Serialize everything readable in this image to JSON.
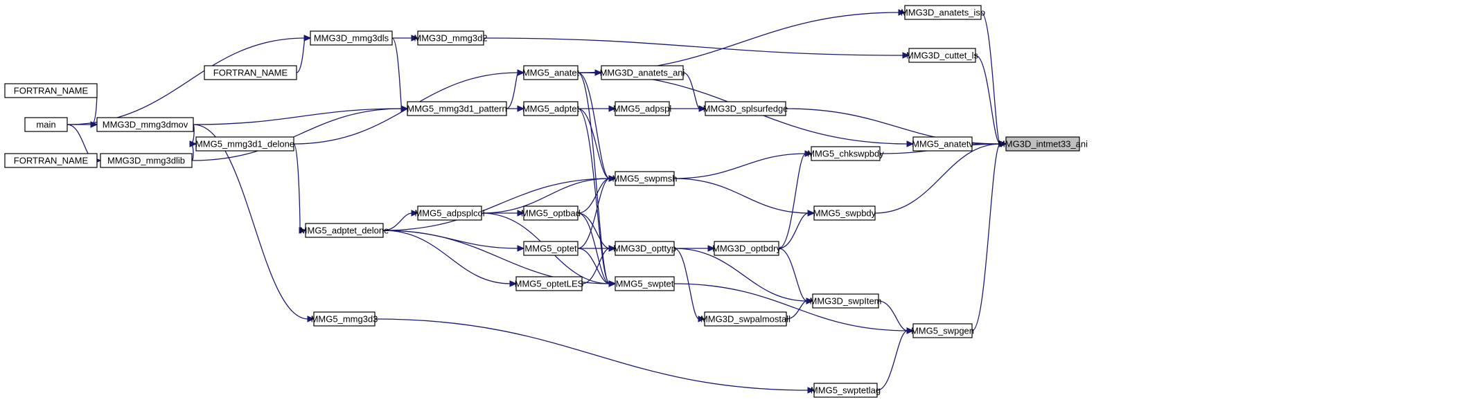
{
  "graph": {
    "colors": {
      "edge": "#191970",
      "node_border": "#000000",
      "target_fill": "#bfbfbf",
      "node_fill": "#ffffff"
    },
    "nodes": [
      {
        "id": "fortran1",
        "label": "FORTRAN_NAME"
      },
      {
        "id": "main",
        "label": "main"
      },
      {
        "id": "fortran3",
        "label": "FORTRAN_NAME"
      },
      {
        "id": "mmg3dmov",
        "label": "MMG3D_mmg3dmov"
      },
      {
        "id": "mmg3dlib",
        "label": "MMG3D_mmg3dlib"
      },
      {
        "id": "fortran2",
        "label": "FORTRAN_NAME"
      },
      {
        "id": "mmg3dls",
        "label": "MMG3D_mmg3dls"
      },
      {
        "id": "delone",
        "label": "MMG5_mmg3d1_delone"
      },
      {
        "id": "pattern",
        "label": "MMG5_mmg3d1_pattern"
      },
      {
        "id": "mmg3d2",
        "label": "MMG3D_mmg3d2"
      },
      {
        "id": "adptet_delone",
        "label": "MMG5_adptet_delone"
      },
      {
        "id": "mmg3d3",
        "label": "MMG5_mmg3d3"
      },
      {
        "id": "adpsplcol",
        "label": "MMG5_adpsplcol"
      },
      {
        "id": "anatet",
        "label": "MMG5_anatet"
      },
      {
        "id": "adptet",
        "label": "MMG5_adptet"
      },
      {
        "id": "optbad",
        "label": "MMG5_optbad"
      },
      {
        "id": "optet",
        "label": "MMG5_optet"
      },
      {
        "id": "optetLES",
        "label": "MMG5_optetLES"
      },
      {
        "id": "anatets_ani",
        "label": "MMG3D_anatets_ani"
      },
      {
        "id": "adpspl",
        "label": "MMG5_adpspl"
      },
      {
        "id": "swpmsh",
        "label": "MMG5_swpmsh"
      },
      {
        "id": "opttyp",
        "label": "MMG3D_opttyp"
      },
      {
        "id": "swptet",
        "label": "MMG5_swptet"
      },
      {
        "id": "splsurfedge",
        "label": "MMG3D_splsurfedge"
      },
      {
        "id": "swpalmostall",
        "label": "MMG3D_swpalmostall"
      },
      {
        "id": "optbdry",
        "label": "MMG3D_optbdry"
      },
      {
        "id": "chkswpbdy",
        "label": "MMG5_chkswpbdy"
      },
      {
        "id": "swpbdy",
        "label": "MMG5_swpbdy"
      },
      {
        "id": "swpItem",
        "label": "MMG3D_swpItem"
      },
      {
        "id": "swptetlag",
        "label": "MMG5_swptetlag"
      },
      {
        "id": "anatets_iso",
        "label": "MMG3D_anatets_iso"
      },
      {
        "id": "cuttet_ls",
        "label": "MMG3D_cuttet_ls"
      },
      {
        "id": "anatetv",
        "label": "MMG5_anatetv"
      },
      {
        "id": "swpgen",
        "label": "MMG5_swpgen"
      },
      {
        "id": "target",
        "label": "MMG3D_intmet33_ani",
        "highlighted": true
      }
    ],
    "edges": [
      [
        "fortran1",
        "mmg3dmov"
      ],
      [
        "main",
        "mmg3dmov"
      ],
      [
        "main",
        "mmg3dls"
      ],
      [
        "main",
        "mmg3dlib"
      ],
      [
        "fortran3",
        "mmg3dlib"
      ],
      [
        "fortran2",
        "mmg3dls"
      ],
      [
        "mmg3dmov",
        "pattern"
      ],
      [
        "mmg3dmov",
        "delone"
      ],
      [
        "mmg3dmov",
        "mmg3d3"
      ],
      [
        "mmg3dlib",
        "delone"
      ],
      [
        "mmg3dlib",
        "pattern"
      ],
      [
        "mmg3dls",
        "mmg3d2"
      ],
      [
        "mmg3dls",
        "pattern"
      ],
      [
        "delone",
        "anatet"
      ],
      [
        "delone",
        "adptet_delone"
      ],
      [
        "pattern",
        "anatet"
      ],
      [
        "pattern",
        "adptet"
      ],
      [
        "mmg3d2",
        "cuttet_ls"
      ],
      [
        "adptet_delone",
        "adpsplcol"
      ],
      [
        "adptet_delone",
        "swpmsh"
      ],
      [
        "adptet_delone",
        "optet"
      ],
      [
        "adptet_delone",
        "optetLES"
      ],
      [
        "adptet_delone",
        "swptet"
      ],
      [
        "mmg3d3",
        "swptetlag"
      ],
      [
        "adpsplcol",
        "optbad"
      ],
      [
        "adpsplcol",
        "swpmsh"
      ],
      [
        "adpsplcol",
        "swptet"
      ],
      [
        "anatet",
        "anatets_iso"
      ],
      [
        "anatet",
        "anatets_ani"
      ],
      [
        "anatet",
        "anatetv"
      ],
      [
        "anatet",
        "swpmsh"
      ],
      [
        "anatet",
        "swptet"
      ],
      [
        "adptet",
        "adpspl"
      ],
      [
        "adptet",
        "swpmsh"
      ],
      [
        "adptet",
        "swptet"
      ],
      [
        "optbad",
        "swpmsh"
      ],
      [
        "optbad",
        "opttyp"
      ],
      [
        "optbad",
        "swptet"
      ],
      [
        "optet",
        "swpmsh"
      ],
      [
        "optet",
        "opttyp"
      ],
      [
        "optet",
        "swptet"
      ],
      [
        "optetLES",
        "opttyp"
      ],
      [
        "anatets_ani",
        "splsurfedge"
      ],
      [
        "adpspl",
        "splsurfedge"
      ],
      [
        "swpmsh",
        "chkswpbdy"
      ],
      [
        "swpmsh",
        "swpbdy"
      ],
      [
        "opttyp",
        "optbdry"
      ],
      [
        "opttyp",
        "swpItem"
      ],
      [
        "opttyp",
        "swpalmostall"
      ],
      [
        "swptet",
        "swpgen"
      ],
      [
        "splsurfedge",
        "target"
      ],
      [
        "swpalmostall",
        "swpItem"
      ],
      [
        "optbdry",
        "chkswpbdy"
      ],
      [
        "optbdry",
        "swpbdy"
      ],
      [
        "optbdry",
        "swpItem"
      ],
      [
        "chkswpbdy",
        "target"
      ],
      [
        "swpbdy",
        "target"
      ],
      [
        "swpItem",
        "swpgen"
      ],
      [
        "swptetlag",
        "swpgen"
      ],
      [
        "anatets_iso",
        "target"
      ],
      [
        "cuttet_ls",
        "target"
      ],
      [
        "anatetv",
        "target"
      ],
      [
        "swpgen",
        "target"
      ]
    ]
  }
}
